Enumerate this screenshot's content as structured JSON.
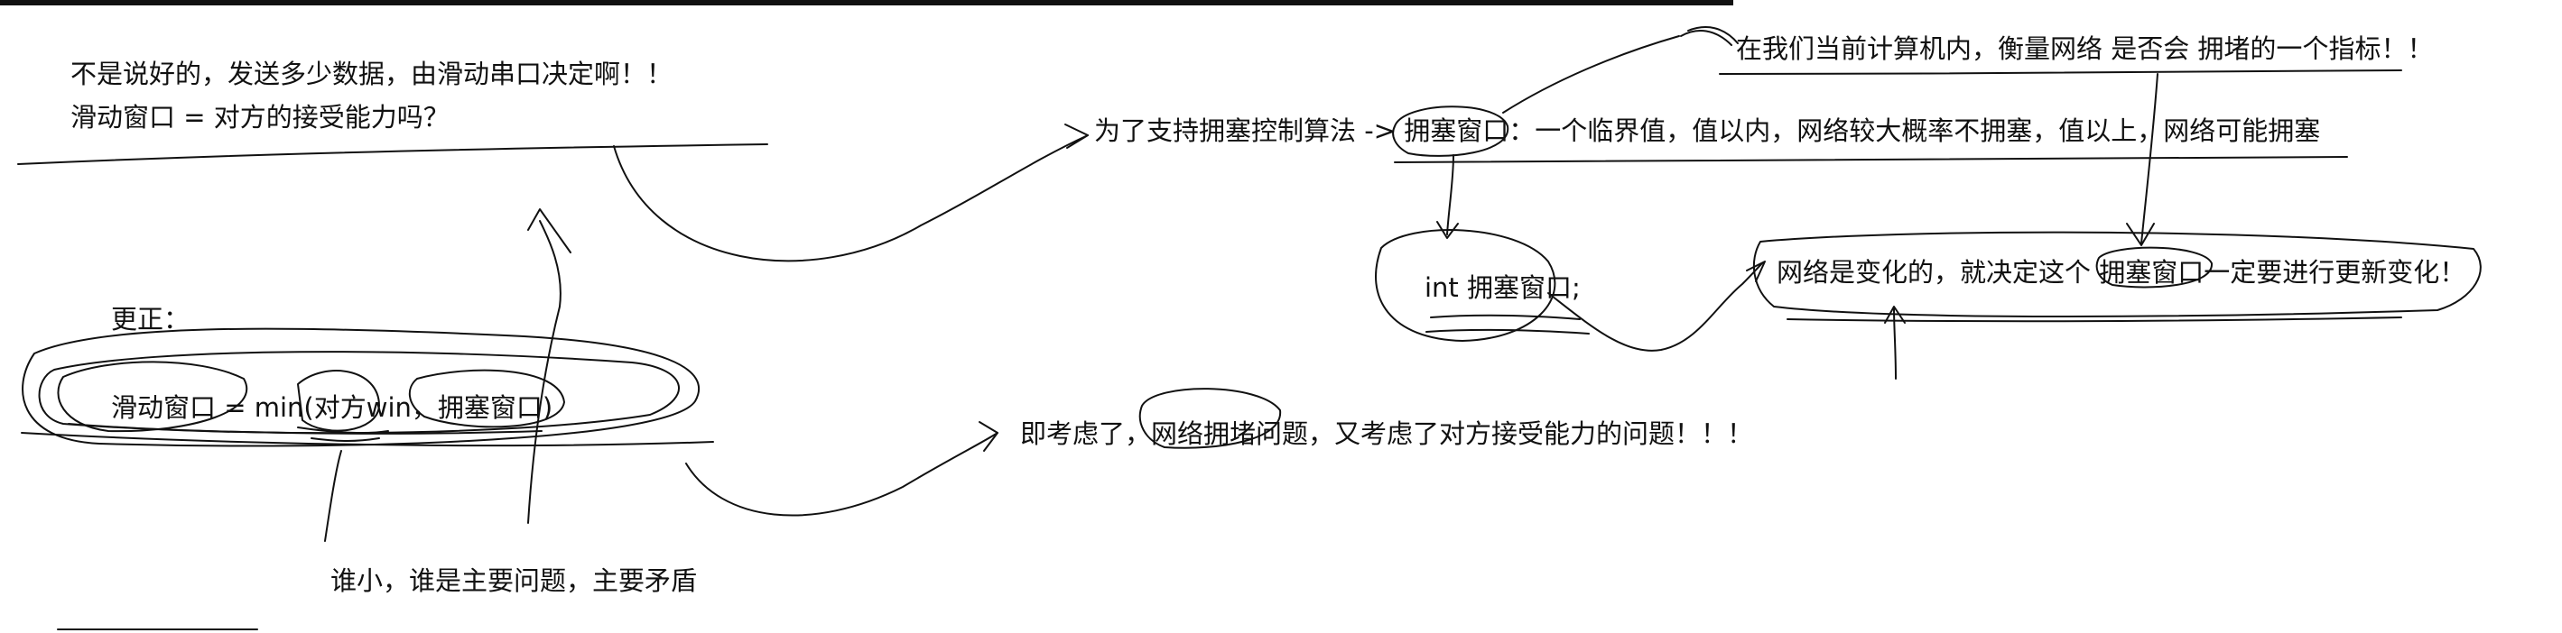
{
  "notes": {
    "line1": "不是说好的，发送多少数据，由滑动串口决定啊！！",
    "line2": "滑动窗口 = 对方的接受能力吗？",
    "correction_label": "更正：",
    "formula": "滑动窗口 = min(对方win，拥塞窗口)",
    "smaller": "谁小，谁是主要问题，主要矛盾",
    "congestion_def": "为了支持拥塞控制算法 -> 拥塞窗口：一个临界值，值以内，网络较大概率不拥塞，值以上，网络可能拥塞",
    "indicator": "在我们当前计算机内，衡量网络 是否会 拥堵的一个指标！！",
    "int_decl": "int 拥塞窗口;",
    "change": "网络是变化的，就决定这个 拥塞窗口一定要进行更新变化！",
    "both": "即考虑了，网络拥堵问题，又考虑了对方接受能力的问题！！！"
  },
  "colors": {
    "ink": "#111111",
    "background": "#ffffff"
  }
}
